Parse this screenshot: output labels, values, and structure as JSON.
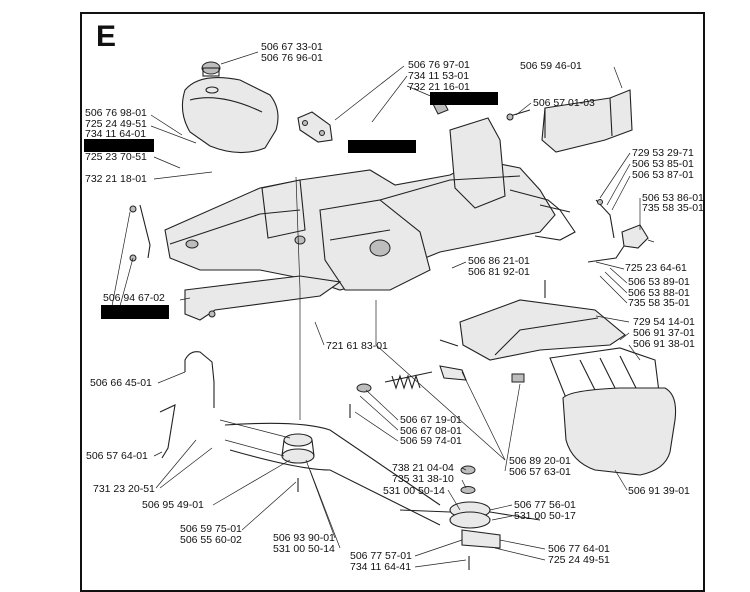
{
  "section_letter": "E",
  "labels": {
    "l1a": "506 67 33-01",
    "l1b": "506 76 96-01",
    "l2a": "506 76 97-01",
    "l2b": "734 11 53-01",
    "l2c": "732 21 16-01",
    "l3": "506 59 46-01",
    "l4": "506 57 01-03",
    "l5a": "506 76 98-01",
    "l5b": "725 24 49-51",
    "l5c": "734 11 64-01",
    "l6": "725 23 70-51",
    "l7": "732 21 18-01",
    "l8a": "729 53 29-71",
    "l8b": "506 53 85-01",
    "l8c": "506 53 87-01",
    "l9a": "506 53 86-01",
    "l9b": "735 58 35-01",
    "l10": "725 23 64-61",
    "l11a": "506 86 21-01",
    "l11b": "506 81 92-01",
    "l12a": "506 53 89-01",
    "l12b": "506 53 88-01",
    "l12c": "735 58 35-01",
    "l13": "506 94 67-02",
    "l14a": "729 54 14-01",
    "l14b": "506 91 37-01",
    "l14c": "506 91 38-01",
    "l15": "721 61 83-01",
    "l16": "506 66 45-01",
    "l17a": "506 67 19-01",
    "l17b": "506 67 08-01",
    "l17c": "506 59 74-01",
    "l18": "506 57 64-01",
    "l19a": "738 21 04-04",
    "l19b": "735 31 38-10",
    "l20a": "506 89 20-01",
    "l20b": "506 57 63-01",
    "l21": "731 23 20-51",
    "l22": "506 95 49-01",
    "l23": "506 91 39-01",
    "l24": "531 00 50-14",
    "l25a": "506 77 56-01",
    "l25b": "531 00 50-17",
    "l26a": "506 59 75-01",
    "l26b": "506 55 60-02",
    "l27a": "506 93 90-01",
    "l27b": "531 00 50-14",
    "l28a": "506 77 57-01",
    "l28b": "734 11 64-41",
    "l29a": "506 77 64-01",
    "l29b": "725 24 49-51"
  }
}
